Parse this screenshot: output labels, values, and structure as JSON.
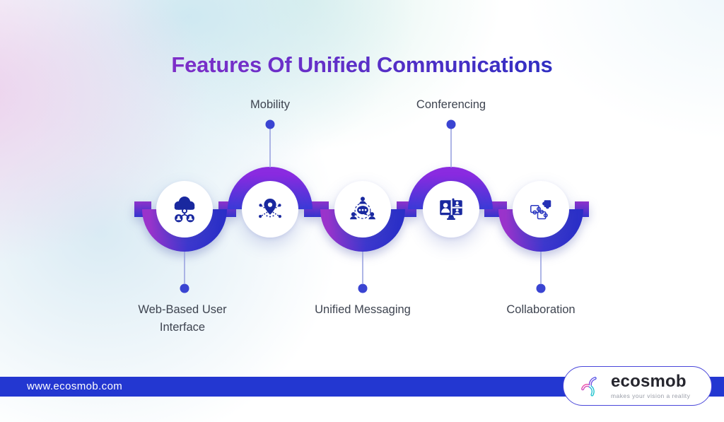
{
  "title": "Features Of Unified Communications",
  "features": [
    {
      "label": "Web-Based User Interface",
      "icon": "cloud-network-icon",
      "label_position": "bottom"
    },
    {
      "label": "Mobility",
      "icon": "location-network-icon",
      "label_position": "top"
    },
    {
      "label": "Unified Messaging",
      "icon": "group-chat-icon",
      "label_position": "bottom"
    },
    {
      "label": "Conferencing",
      "icon": "video-conference-icon",
      "label_position": "top"
    },
    {
      "label": "Collaboration",
      "icon": "puzzle-icon",
      "label_position": "bottom"
    }
  ],
  "footer": {
    "website": "www.ecosmob.com"
  },
  "logo": {
    "brand": "ecosmob",
    "tagline": "makes your vision a reality",
    "icon": "ecosmob-mark-icon"
  },
  "colors": {
    "ribbon_purple": "#9233CC",
    "ribbon_blue": "#2E2FC4",
    "icon_blue": "#19289F",
    "footer_blue": "#2337D1",
    "title_gradient_start": "#8F2EC6",
    "title_gradient_end": "#2E2FC2",
    "dot_blue": "#3A44D2"
  }
}
